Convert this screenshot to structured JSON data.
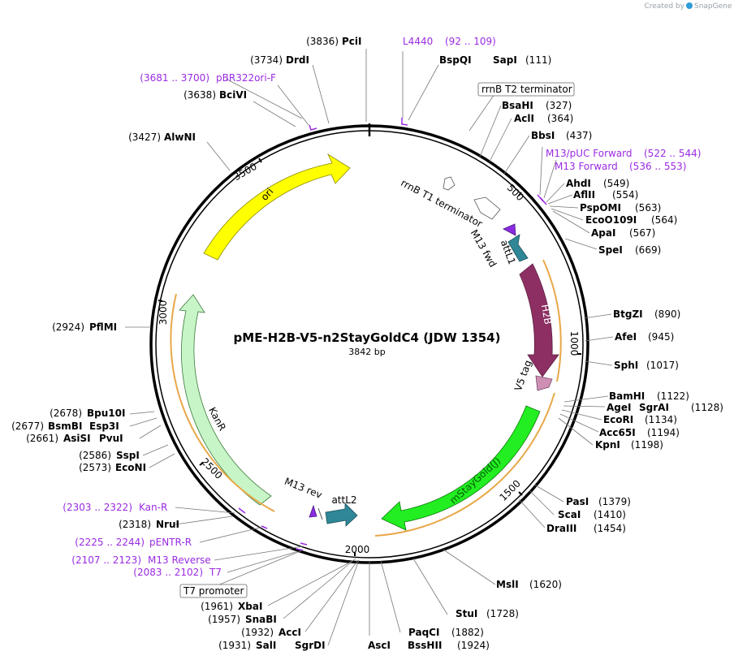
{
  "credit": {
    "text": "Created by",
    "brand": "SnapGene"
  },
  "plasmid": {
    "name": "pME-H2B-V5-n2StayGoldC4 (JDW 1354)",
    "size": "3842 bp"
  },
  "ticks": [
    "500",
    "1000",
    "1500",
    "2000",
    "2500",
    "3000",
    "3500"
  ],
  "features": [
    {
      "name": "H2B",
      "color": "#8e2f64"
    },
    {
      "name": "V5 tag",
      "color": "#cf8fb4"
    },
    {
      "name": "mStayGold(J)",
      "color": "#22ee22"
    },
    {
      "name": "attL2",
      "color": "#2f8797"
    },
    {
      "name": "M13 rev",
      "color": "#8a2be2"
    },
    {
      "name": "KanR",
      "color": "#c8f5c8"
    },
    {
      "name": "ori",
      "color": "#ffff00"
    },
    {
      "name": "rrnB T1 terminator",
      "color": "#ffffff"
    },
    {
      "name": "M13 fwd",
      "color": "#8a2be2"
    },
    {
      "name": "attL1",
      "color": "#2f8797"
    }
  ],
  "boxed_labels": {
    "rrnb_t2": "rrnB T2 terminator",
    "t7": "T7 promoter"
  },
  "sites": [
    {
      "name": "PciI",
      "pos": "(3836)"
    },
    {
      "name": "DrdI",
      "pos": "(3734)"
    },
    {
      "name": "BciVI",
      "pos": "(3638)"
    },
    {
      "name": "AlwNI",
      "pos": "(3427)"
    },
    {
      "name": "PflMI",
      "pos": "(2924)"
    },
    {
      "name": "Bpu10I",
      "pos": "(2678)"
    },
    {
      "name": "BsmBI",
      "alt": "Esp3I",
      "pos": "(2677)"
    },
    {
      "name": "AsiSI",
      "alt": "PvuI",
      "pos": "(2661)"
    },
    {
      "name": "SspI",
      "pos": "(2586)"
    },
    {
      "name": "EcoNI",
      "pos": "(2573)"
    },
    {
      "name": "NruI",
      "pos": "(2318)"
    },
    {
      "name": "XbaI",
      "pos": "(1961)"
    },
    {
      "name": "SnaBI",
      "pos": "(1957)"
    },
    {
      "name": "AccI",
      "pos": "(1932)"
    },
    {
      "name": "SalI",
      "alt": "SgrDI",
      "pos": "(1931)"
    },
    {
      "name": "AscI",
      "alt": "BssHII",
      "pos": "(1924)"
    },
    {
      "name": "PaqCI",
      "pos": "(1882)"
    },
    {
      "name": "StuI",
      "pos": "(1728)"
    },
    {
      "name": "MslI",
      "pos": "(1620)"
    },
    {
      "name": "DraIII",
      "pos": "(1454)"
    },
    {
      "name": "ScaI",
      "pos": "(1410)"
    },
    {
      "name": "PasI",
      "pos": "(1379)"
    },
    {
      "name": "KpnI",
      "pos": "(1198)"
    },
    {
      "name": "Acc65I",
      "pos": "(1194)"
    },
    {
      "name": "EcoRI",
      "pos": "(1134)"
    },
    {
      "name": "AgeI",
      "alt": "SgrAI",
      "pos": "(1128)"
    },
    {
      "name": "BamHI",
      "pos": "(1122)"
    },
    {
      "name": "SphI",
      "pos": "(1017)"
    },
    {
      "name": "AfeI",
      "pos": "(945)"
    },
    {
      "name": "BtgZI",
      "pos": "(890)"
    },
    {
      "name": "SpeI",
      "pos": "(669)"
    },
    {
      "name": "ApaI",
      "pos": "(567)"
    },
    {
      "name": "EcoO109I",
      "pos": "(564)"
    },
    {
      "name": "PspOMI",
      "pos": "(563)"
    },
    {
      "name": "AflII",
      "pos": "(554)"
    },
    {
      "name": "AhdI",
      "pos": "(549)"
    },
    {
      "name": "BbsI",
      "pos": "(437)"
    },
    {
      "name": "AclI",
      "pos": "(364)"
    },
    {
      "name": "BsaHI",
      "pos": "(327)"
    },
    {
      "name": "BspQI",
      "alt": "SapI",
      "pos": "(111)"
    }
  ],
  "primers": [
    {
      "name": "L4440",
      "range": "(92 .. 109)"
    },
    {
      "name": "M13/pUC Forward",
      "range": "(522 .. 544)"
    },
    {
      "name": "M13 Forward",
      "range": "(536 .. 553)"
    },
    {
      "name": "pBR322ori-F",
      "range": "(3681 .. 3700)"
    },
    {
      "name": "Kan-R",
      "range": "(2303 .. 2322)"
    },
    {
      "name": "pENTR-R",
      "range": "(2225 .. 2244)"
    },
    {
      "name": "M13 Reverse",
      "range": "(2107 .. 2123)"
    },
    {
      "name": "T7",
      "range": "(2083 .. 2102)"
    }
  ]
}
